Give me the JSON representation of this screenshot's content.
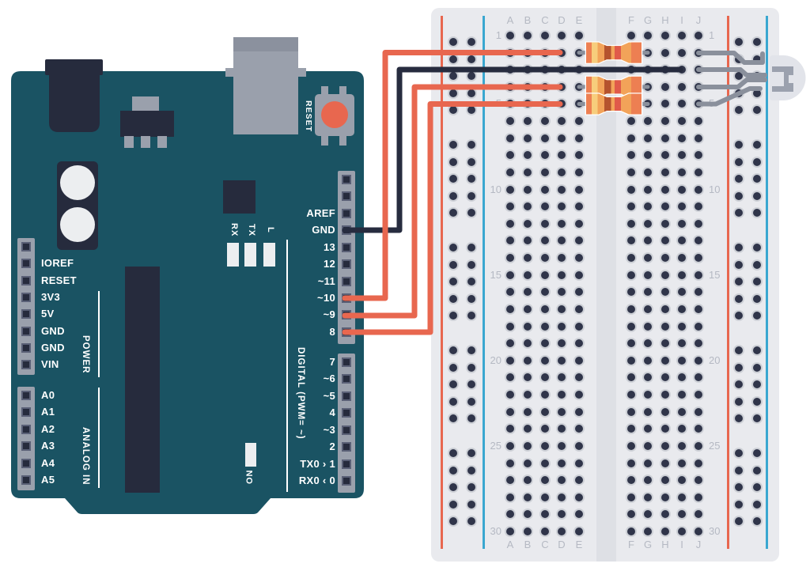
{
  "arduino": {
    "reset_label": "RESET",
    "leds": {
      "rx": "RX",
      "tx": "TX",
      "l": "L",
      "on": "ON"
    },
    "sections": {
      "power": {
        "label": "POWER",
        "pins": [
          "IOREF",
          "RESET",
          "3V3",
          "5V",
          "GND",
          "GND",
          "VIN"
        ]
      },
      "analog": {
        "label": "ANALOG IN",
        "pins": [
          "A0",
          "A1",
          "A2",
          "A3",
          "A4",
          "A5"
        ]
      },
      "digital": {
        "label": "DIGITAL (PWM= ~)",
        "pins_upper": [
          "AREF",
          "GND",
          "13",
          "12",
          "~11",
          "~10",
          "~9",
          "8"
        ],
        "pins_lower": [
          "7",
          "~6",
          "~5",
          "4",
          "~3",
          "2",
          "TX0 › 1",
          "RX0 ‹ 0"
        ]
      }
    }
  },
  "breadboard": {
    "columns_left": [
      "A",
      "B",
      "C",
      "D",
      "E"
    ],
    "columns_right": [
      "F",
      "G",
      "H",
      "I",
      "J"
    ],
    "row_numbers": [
      "1",
      "5",
      "10",
      "15",
      "20",
      "25",
      "30"
    ],
    "rows_total": 30
  },
  "circuit": {
    "wires": [
      {
        "id": "gnd-wire",
        "color": "#272c3f",
        "from": "Arduino GND",
        "to": "breadboard row 3 (hole I3)"
      },
      {
        "id": "pin10-wire",
        "color": "#e8674f",
        "from": "Arduino pin ~10",
        "to": "breadboard hole D2"
      },
      {
        "id": "pin9-wire",
        "color": "#e8674f",
        "from": "Arduino pin ~9",
        "to": "breadboard hole D4"
      },
      {
        "id": "pin8-wire",
        "color": "#e8674f",
        "from": "Arduino pin 8",
        "to": "breadboard hole D5"
      }
    ],
    "resistors": [
      {
        "row": 2,
        "span": "E2–G2"
      },
      {
        "row": 4,
        "span": "E4–G4"
      },
      {
        "row": 5,
        "span": "E5–G5"
      }
    ],
    "led": {
      "type": "LED, side-mounted with 4 bent leads",
      "column": "J",
      "lead_rows": [
        2,
        3,
        4,
        5
      ]
    }
  },
  "colors": {
    "board_teal": "#1a5363",
    "component_navy": "#262b3d",
    "connector_gray": "#9aa0ac",
    "connector_gray_dark": "#8b919e",
    "silkscreen_white": "#eceef0",
    "accent_orange": "#e8674f",
    "breadboard_bg": "#e9eaee",
    "breadboard_channel": "#dee0e5",
    "hole_dark": "#30354a",
    "hole_ring": "#cdd0d6",
    "rail_red": "#e8674f",
    "rail_blue": "#3aa7d0",
    "lead_gray": "#8a909c",
    "resistor_body": "#f2a359",
    "resistor_bands": [
      "#ed7f52",
      "#f7cd7c",
      "#b5532e",
      "#e05a4a"
    ],
    "led_body": "#e2e4ea",
    "led_inner": "#9ba1ae",
    "wire_navy": "#272c3f"
  }
}
